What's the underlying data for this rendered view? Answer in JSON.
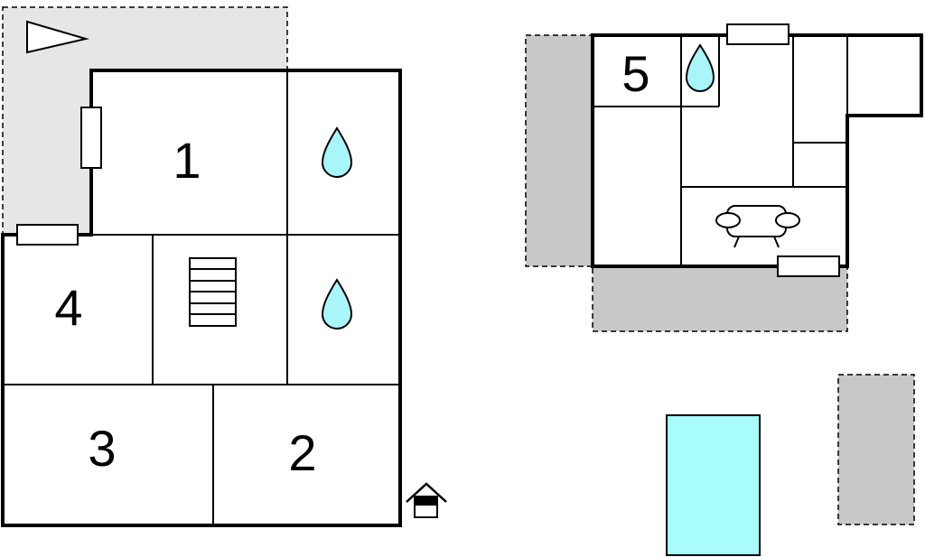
{
  "rooms": [
    {
      "id": "room-1",
      "label": "1"
    },
    {
      "id": "room-2",
      "label": "2"
    },
    {
      "id": "room-3",
      "label": "3"
    },
    {
      "id": "room-4",
      "label": "4"
    },
    {
      "id": "room-5",
      "label": "5"
    }
  ],
  "icons": {
    "north": "compass-arrow-icon",
    "water": "water-drop-icon",
    "stairs": "stairs-icon",
    "sofa": "sofa-icon",
    "entrance": "entrance-house-icon"
  },
  "colors": {
    "terrace_light": "#e6e6e6",
    "terrace_dark": "#c8c8c8",
    "water": "#a8f5fa",
    "pool": "#a8fcfc",
    "wall": "#000000",
    "background": "#ffffff"
  }
}
